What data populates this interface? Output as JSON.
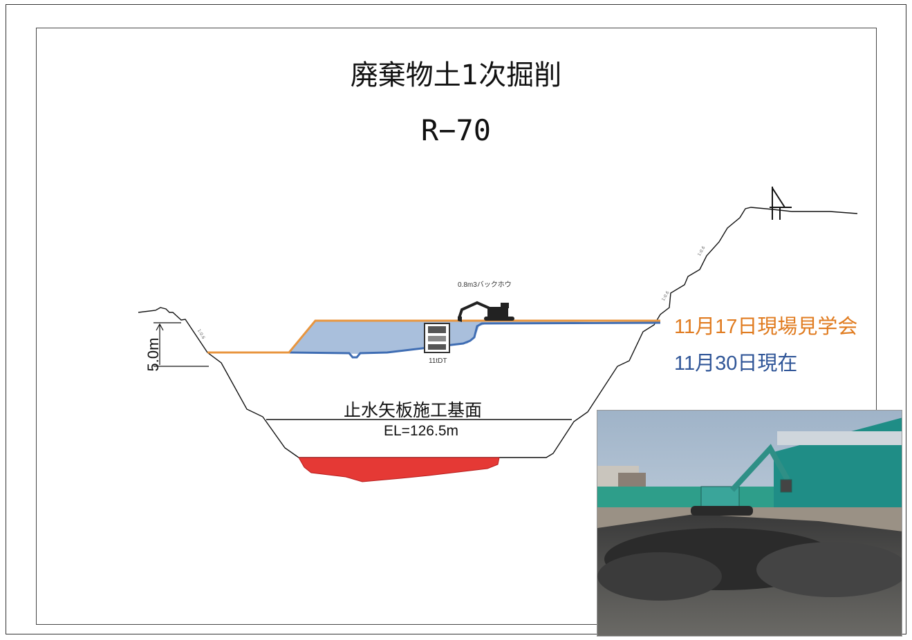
{
  "title": "廃棄物土1次掘削",
  "section": "R−70",
  "legend": {
    "item1": "11月17日現場見学会",
    "item2": "11月30日現在",
    "item1_color": "#e07b1f",
    "item2_color": "#2f5597"
  },
  "labels": {
    "depth": "5.0m",
    "base": "止水矢板施工基面",
    "elevation": "EL=126.5m",
    "excavator": "0.8m3バックホウ",
    "truck": "11tDT",
    "slope": "1:0.6"
  },
  "colors": {
    "excavated_fill": "#a9bfdc",
    "bottom_zone": "#e53935"
  }
}
